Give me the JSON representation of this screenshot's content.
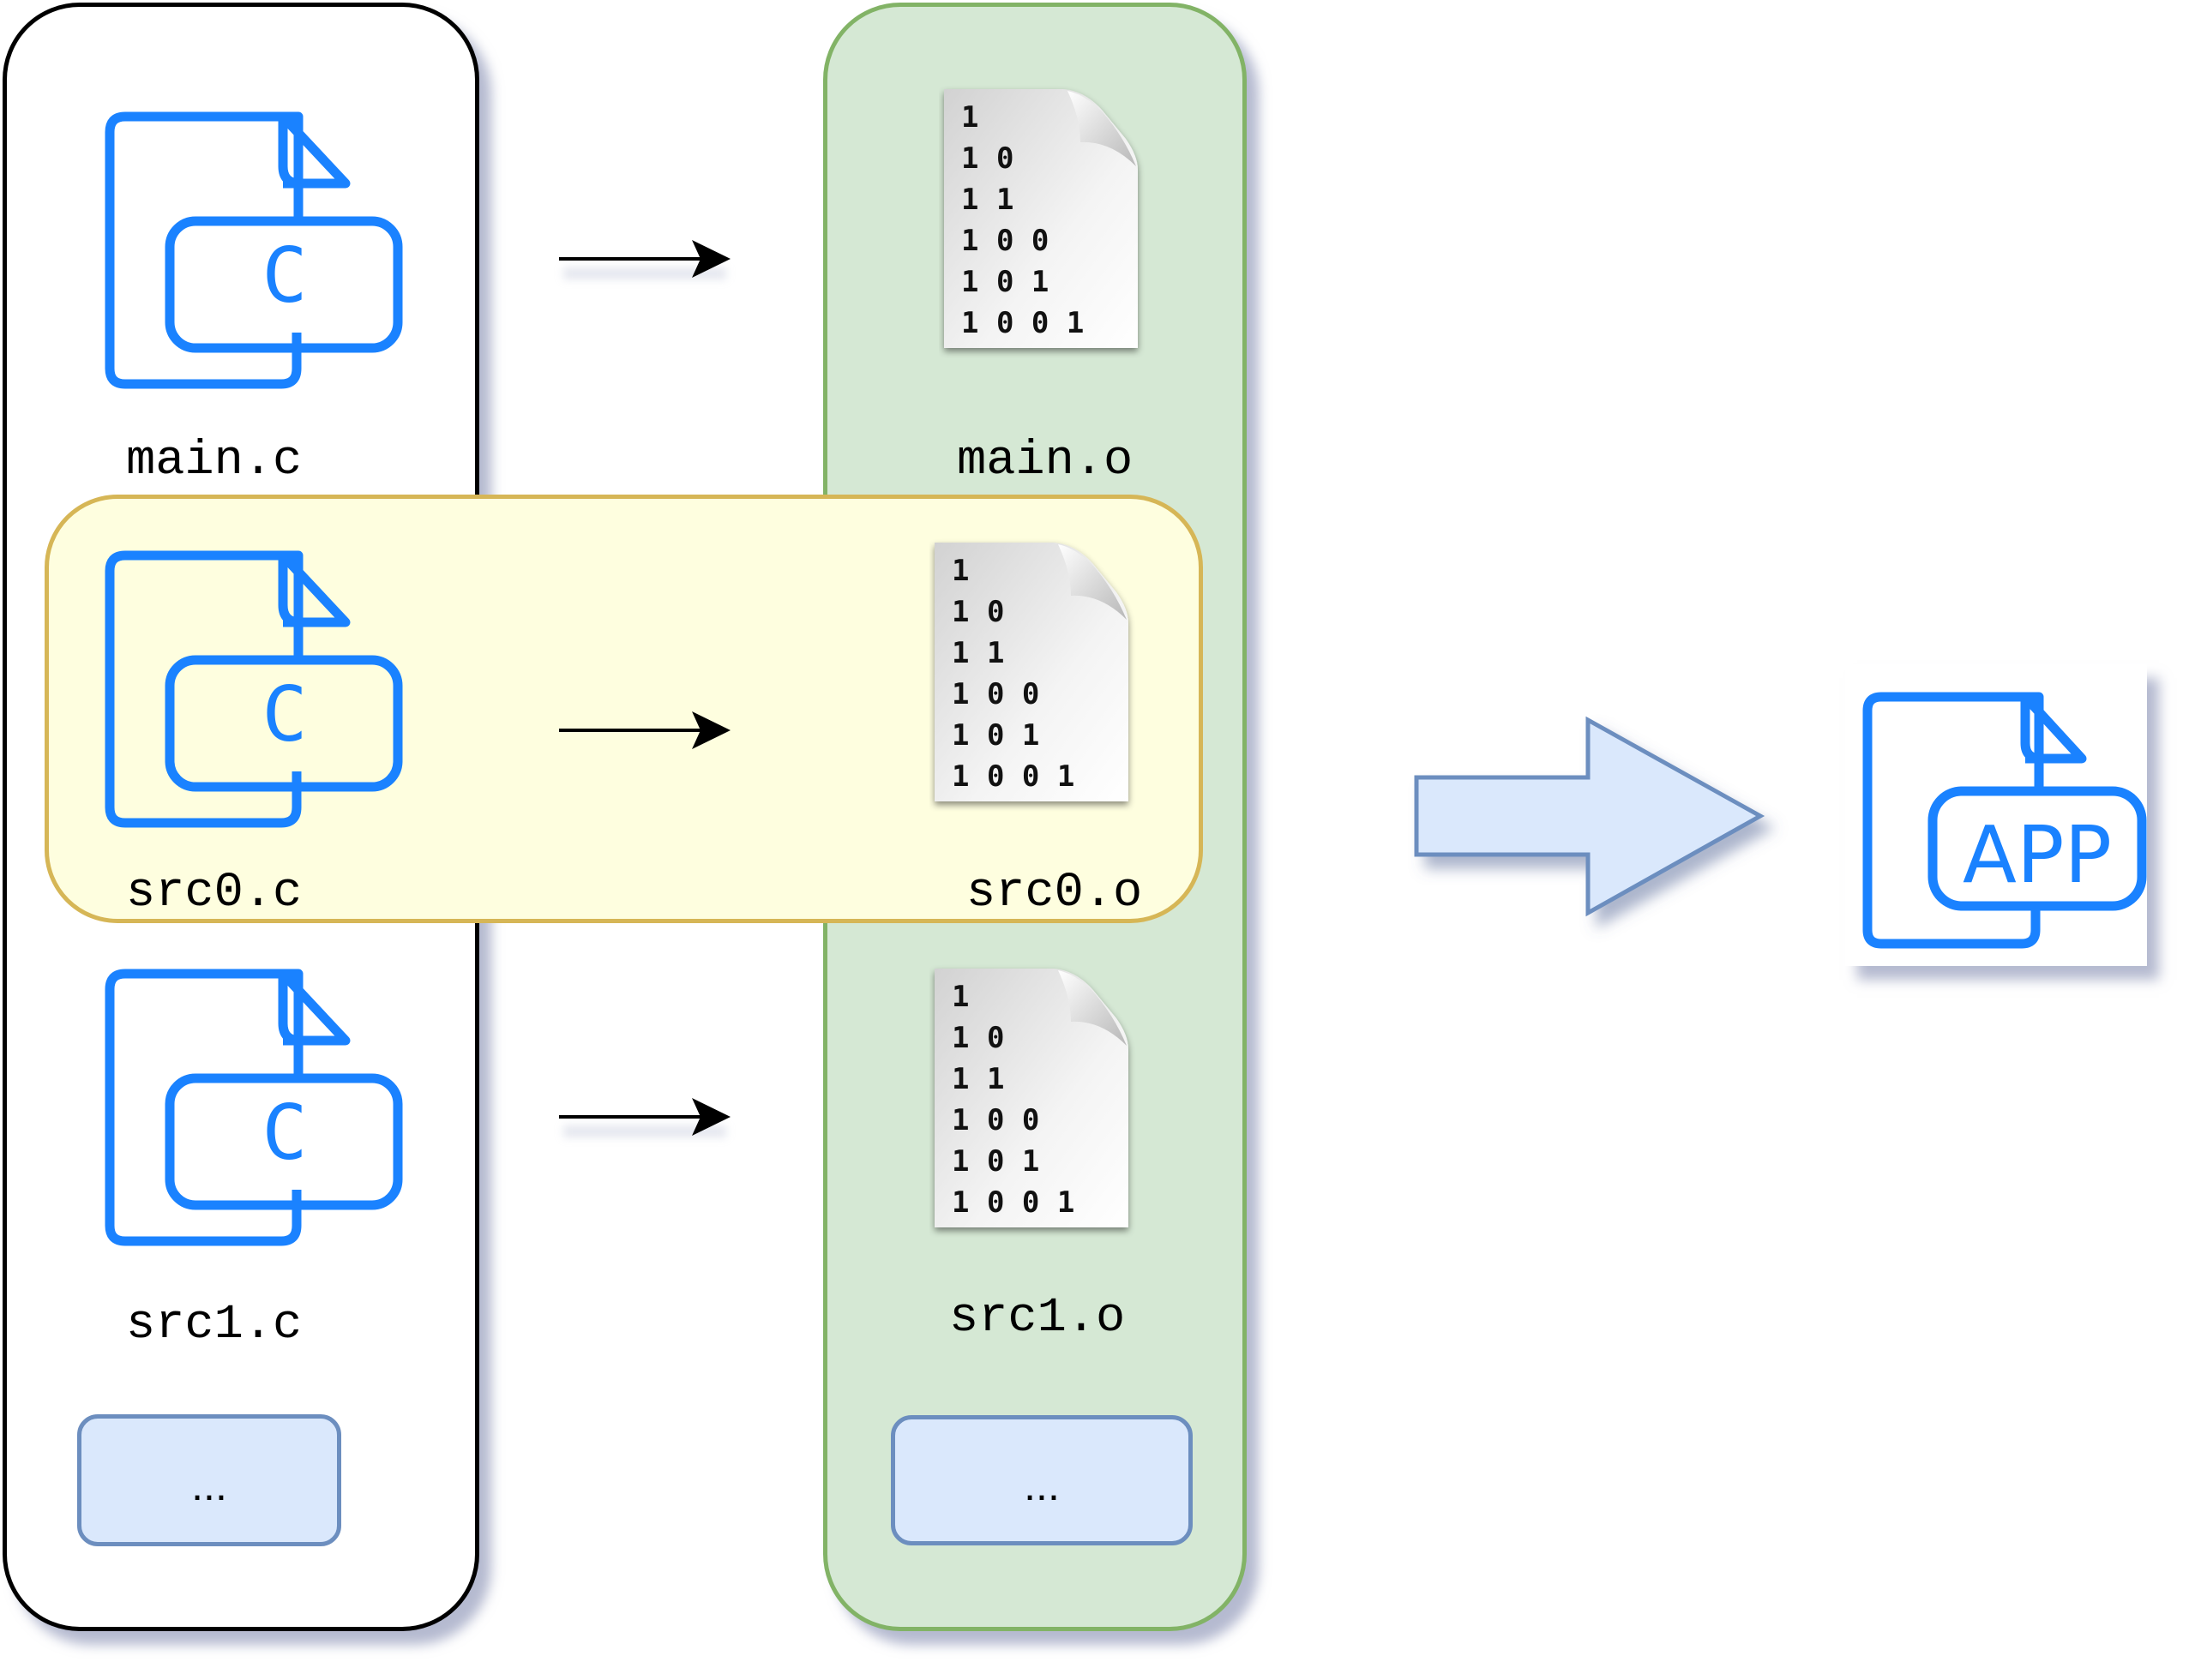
{
  "diagram": {
    "title": "C compilation and linking",
    "colors": {
      "icon_blue": "#1a82ff",
      "sources_border": "#000000",
      "objects_fill": "#d5e8d4",
      "objects_border": "#82b366",
      "highlight_fill": "#fefedf",
      "highlight_border": "#d6b656",
      "ellipsis_fill": "#dae8fc",
      "ellipsis_border": "#6c8ebf",
      "big_arrow_fill": "#dae8fc",
      "big_arrow_border": "#6c8ebf"
    },
    "sources": {
      "files": [
        {
          "name": "main.c",
          "icon": "c-source-file-icon",
          "badge": "C"
        },
        {
          "name": "src0.c",
          "icon": "c-source-file-icon",
          "badge": "C"
        },
        {
          "name": "src1.c",
          "icon": "c-source-file-icon",
          "badge": "C"
        }
      ],
      "more_label": "..."
    },
    "objects": {
      "files": [
        {
          "name": "main.o",
          "icon": "binary-object-file-icon"
        },
        {
          "name": "src0.o",
          "icon": "binary-object-file-icon"
        },
        {
          "name": "src1.o",
          "icon": "binary-object-file-icon"
        }
      ],
      "binary_lines": [
        "1",
        "1 0",
        "1 1",
        "1 0 0",
        "1 0 1",
        "1 0 0 1"
      ],
      "more_label": "..."
    },
    "highlighted_row": "src0",
    "compile_arrows": [
      {
        "from": "main.c",
        "to": "main.o"
      },
      {
        "from": "src0.c",
        "to": "src0.o"
      },
      {
        "from": "src1.c",
        "to": "src1.o"
      }
    ],
    "link_arrow": {
      "from": "objects",
      "to": "app"
    },
    "output": {
      "icon": "app-file-icon",
      "badge": "APP"
    }
  }
}
